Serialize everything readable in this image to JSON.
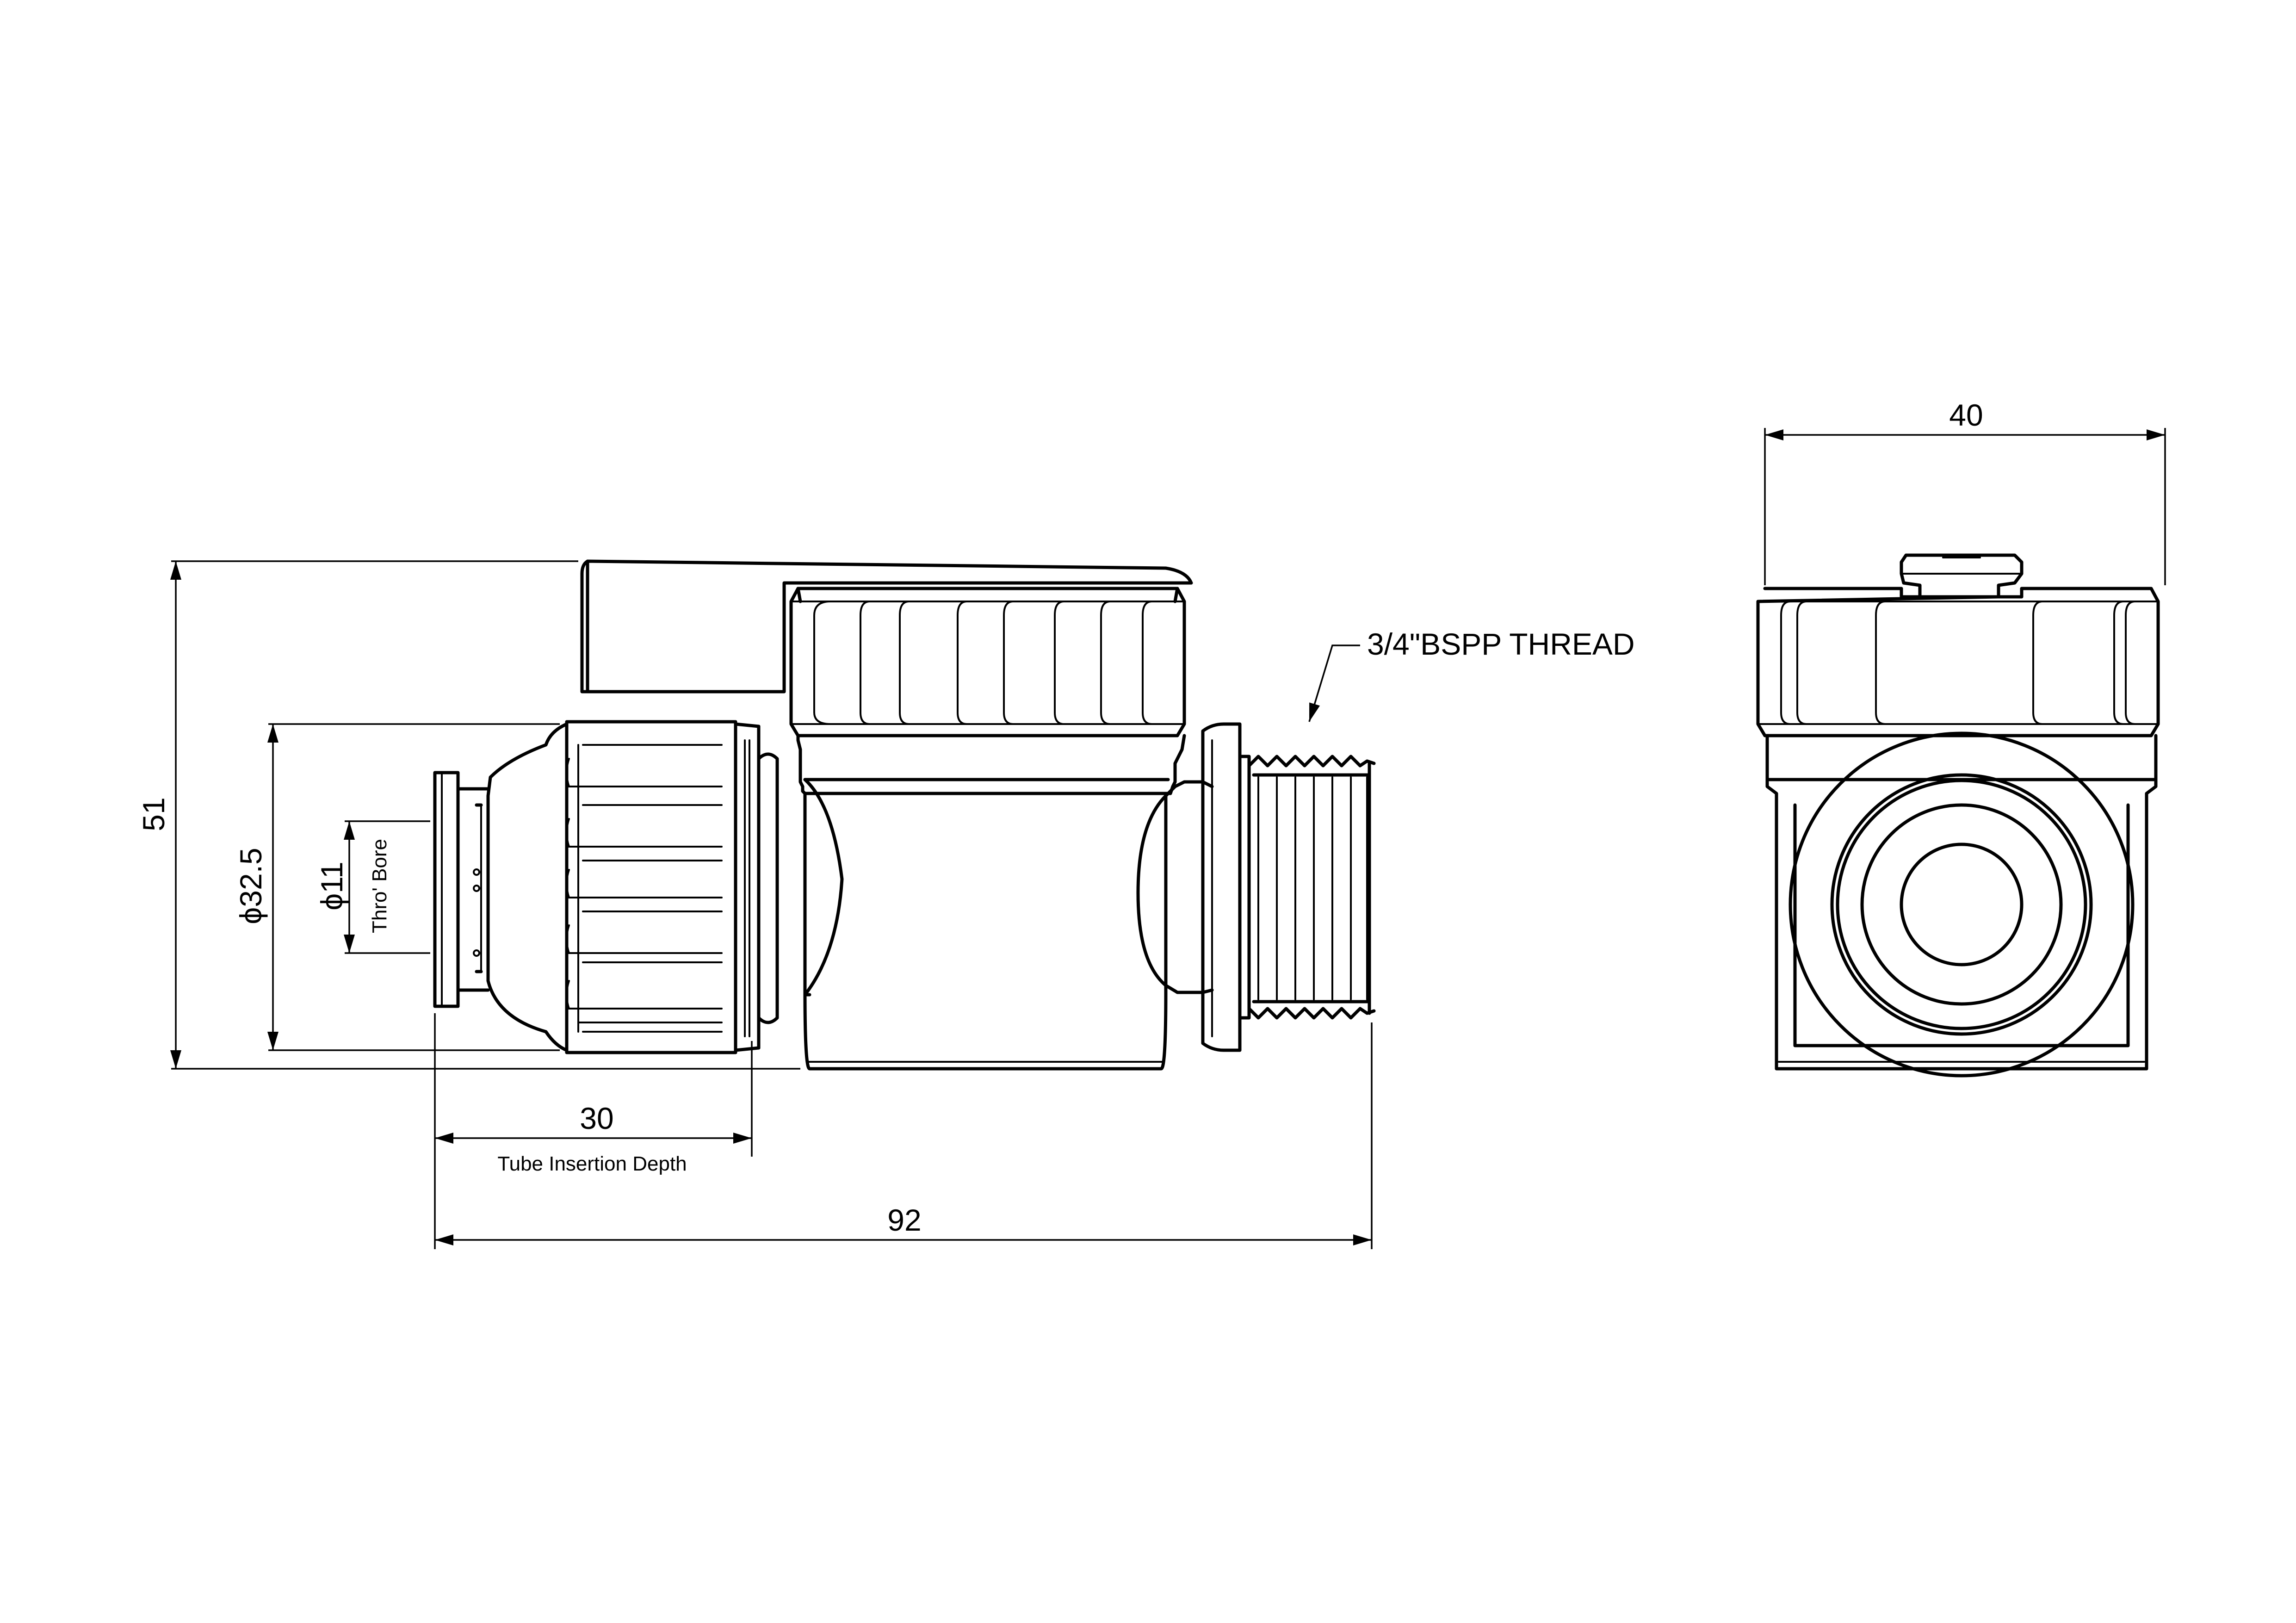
{
  "dimensions": {
    "overall_height": "51",
    "body_diameter": "ϕ32.5",
    "bore_diameter": "ϕ11",
    "bore_note": "Thro' Bore",
    "insertion_depth": "30",
    "insertion_depth_note": "Tube Insertion Depth",
    "overall_length": "92",
    "end_width": "40"
  },
  "callouts": {
    "thread": "3/4\"BSPP THREAD"
  }
}
